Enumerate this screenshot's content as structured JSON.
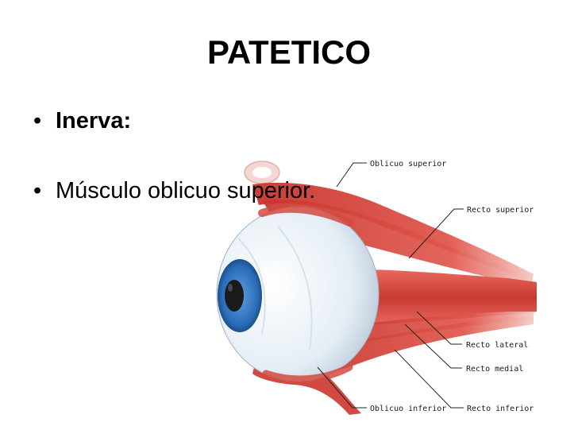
{
  "slide": {
    "title": "PATETICO",
    "bullets": [
      {
        "marker": "•",
        "text": "Inerva:"
      },
      {
        "marker": "•",
        "text": "Músculo oblicuo superior."
      }
    ]
  },
  "illustration": {
    "labels": {
      "oblicuo_superior": "Oblicuo superior",
      "recto_superior": "Recto superior",
      "recto_lateral": "Recto lateral",
      "recto_medial": "Recto medial",
      "oblicuo_inferior": "Oblicuo inferior",
      "recto_inferior": "Recto inferior"
    },
    "colors": {
      "muscle": "#d9473f",
      "muscle_light": "#f3a89f",
      "sclera": "#eef3f8",
      "iris": "#2f74c0",
      "pupil": "#1a1a1a",
      "leader_line": "#222222"
    }
  }
}
